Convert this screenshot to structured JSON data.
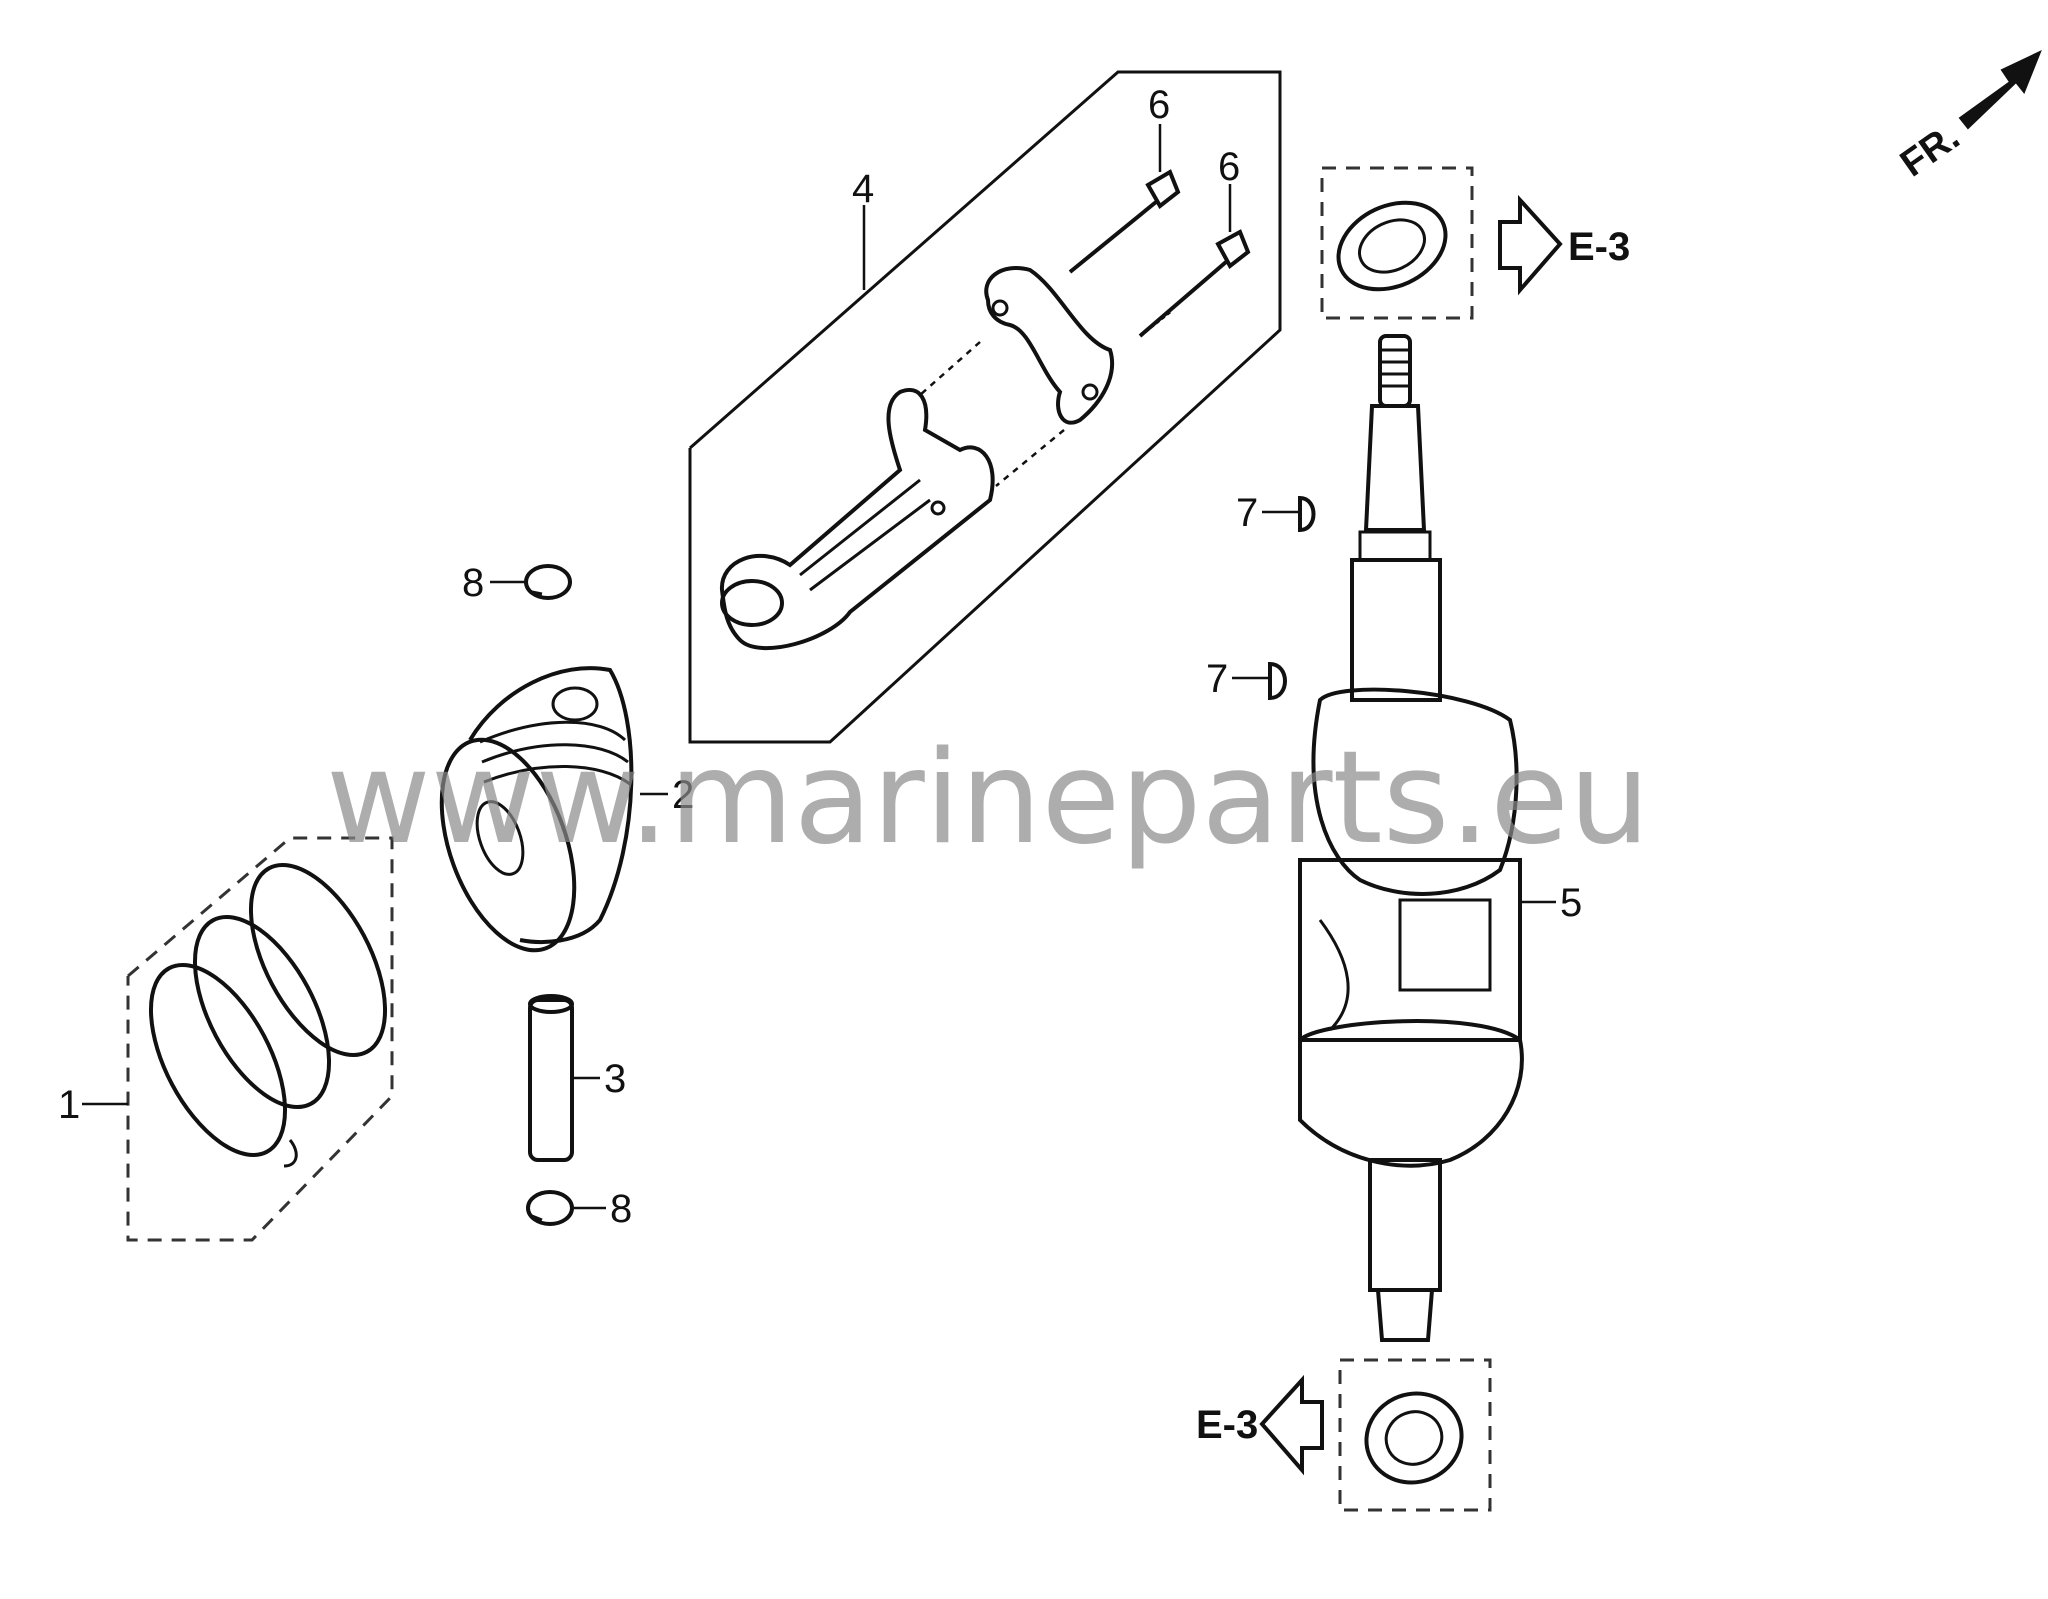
{
  "diagram": {
    "orientation_label": "FR.",
    "watermark": "www.marineparts.eu",
    "callouts": [
      "1",
      "2",
      "3",
      "4",
      "5",
      "6",
      "6",
      "7",
      "7",
      "8",
      "8"
    ],
    "references": [
      "E-3",
      "E-3"
    ]
  }
}
